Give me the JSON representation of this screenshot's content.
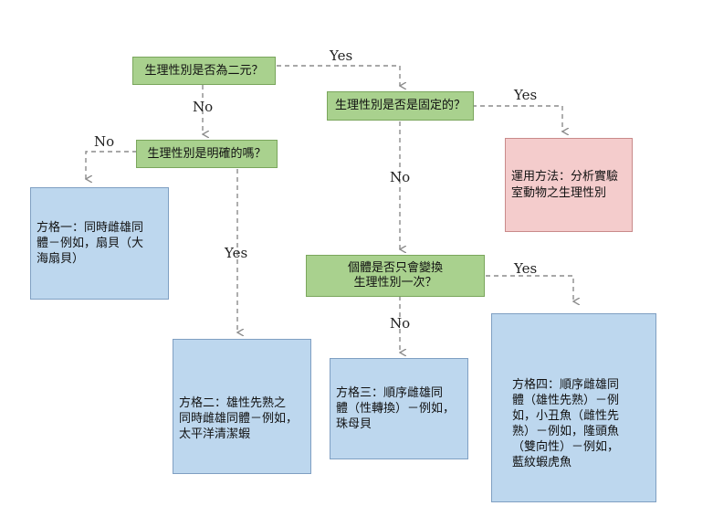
{
  "nodes": {
    "q1": "生理性別是否為二元？",
    "q2": "生理性別是否是固定的？",
    "q3": "生理性別是明確的嗎？",
    "q4": "個體是否只會變換\n生理性別一次？",
    "method": "運用方法：分析實驗\n室動物之生理性別",
    "type1": "方格一：同時雌雄同\n體－例如，扇貝（大\n海扇貝）",
    "type2": "方格二：雄性先熟之\n同時雌雄同體－例如，\n太平洋清潔蝦",
    "type3": "方格三：順序雌雄同\n體（性轉換）－例如，\n珠母貝",
    "type4": "方格四：順序雌雄同\n體（雄性先熟）－例\n如，小丑魚（雌性先\n熟）－例如，隆頭魚\n（雙向性）－例如，\n藍紋蝦虎魚"
  },
  "labels": {
    "yes": "Yes",
    "no": "No"
  },
  "colors": {
    "question_fill": "#a9d18e",
    "leaf_fill": "#bdd7ee",
    "method_fill": "#f4cccc",
    "connector": "#8c8c8c"
  }
}
